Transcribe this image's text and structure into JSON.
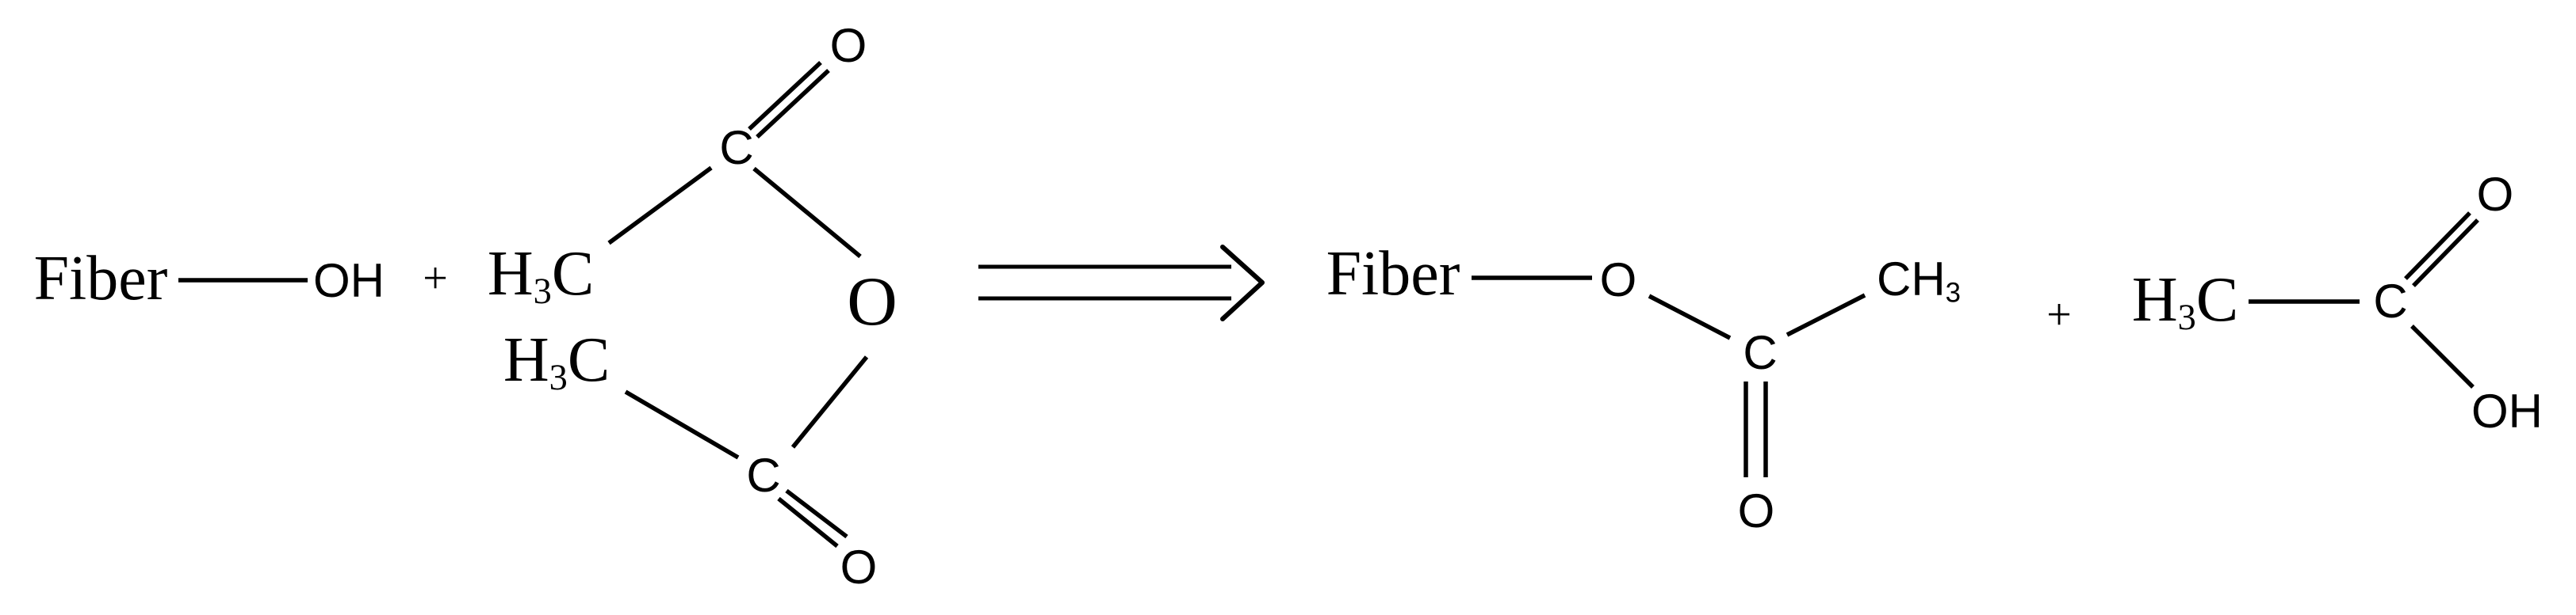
{
  "figure": {
    "title": "Fiber acetylation reaction scheme",
    "background_color": "#ffffff",
    "ink_color": "#000000"
  },
  "reactants": {
    "fiber": "Fiber",
    "hydroxyl": "OH",
    "plus": "+",
    "anhydride": {
      "methyl_top": {
        "h": "H",
        "sub": "3",
        "c": "C"
      },
      "carbonyl_carbon_top": "C",
      "carbonyl_oxygen_top": "O",
      "bridge_oxygen": "O",
      "methyl_bottom": {
        "h": "H",
        "sub": "3",
        "c": "C"
      },
      "carbonyl_carbon_bottom": "C",
      "carbonyl_oxygen_bottom": "O"
    }
  },
  "arrow": {
    "type": "double-line-arrow-right"
  },
  "products": {
    "fiber": "Fiber",
    "ester": {
      "link_oxygen": "O",
      "carbonyl_carbon": "C",
      "methyl": {
        "c": "C",
        "h": "H",
        "sub": "3"
      },
      "carbonyl_oxygen": "O"
    },
    "plus": "+",
    "acetic_acid": {
      "methyl": {
        "h": "H",
        "sub": "3",
        "c": "C"
      },
      "carbonyl_carbon": "C",
      "carbonyl_oxygen": "O",
      "hydroxyl": "OH"
    }
  }
}
